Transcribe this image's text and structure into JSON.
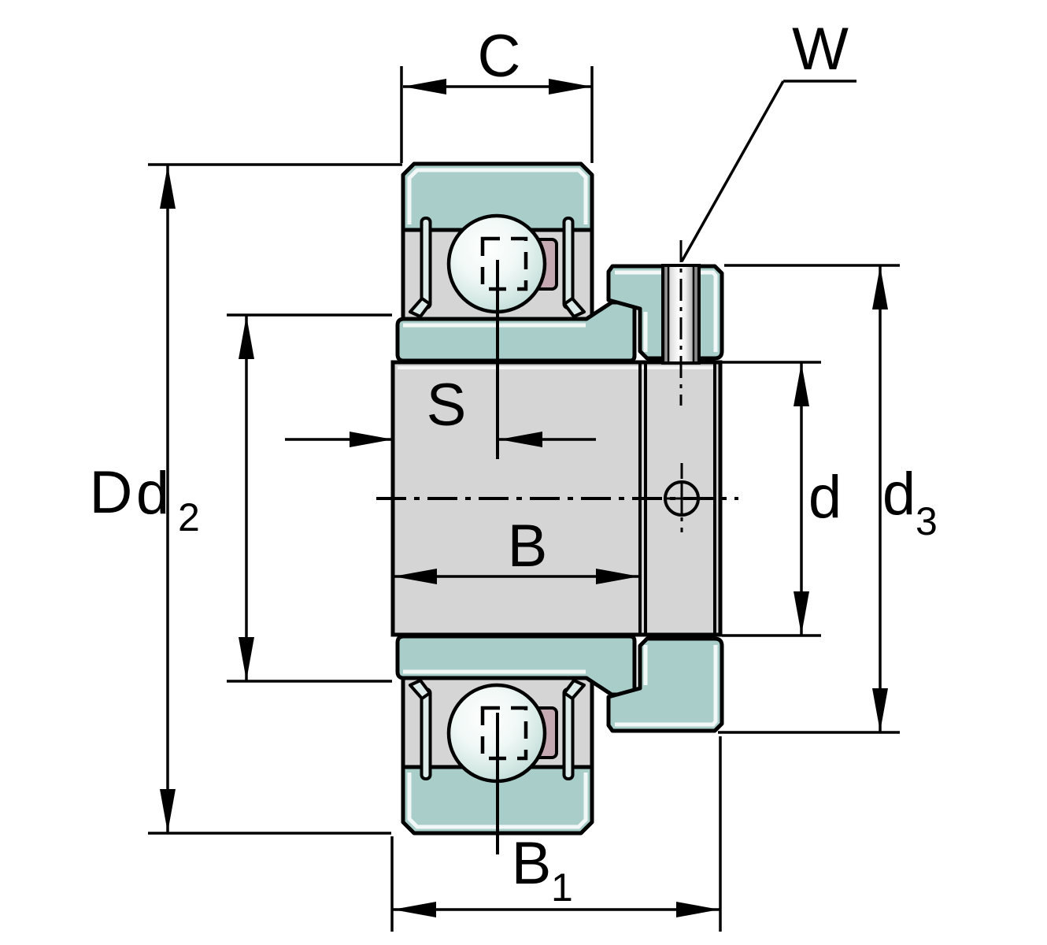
{
  "drawing": {
    "type": "technical-drawing",
    "subject": "Radial insert ball bearing with eccentric locking collar and grub screw - cross-section dimension drawing",
    "dimension_labels": {
      "outer_ring_width": "C",
      "grub_screw": "W",
      "outer_diameter": "D",
      "seal_seat_diameter_base": "d",
      "seal_seat_diameter_sub": "2",
      "shift": "S",
      "inner_ring_width": "B",
      "bore_diameter": "d",
      "collar_diameter_base": "d",
      "collar_diameter_sub": "3",
      "total_width_base": "B",
      "total_width_sub": "1"
    },
    "colors": {
      "ring_teal": "#a9cdc9",
      "steel_gray": "#d5d5d5",
      "cage_pink": "#c4a9b3",
      "seal_light": "#dcebe9",
      "outline_black": "#000000",
      "background": "#ffffff"
    }
  }
}
